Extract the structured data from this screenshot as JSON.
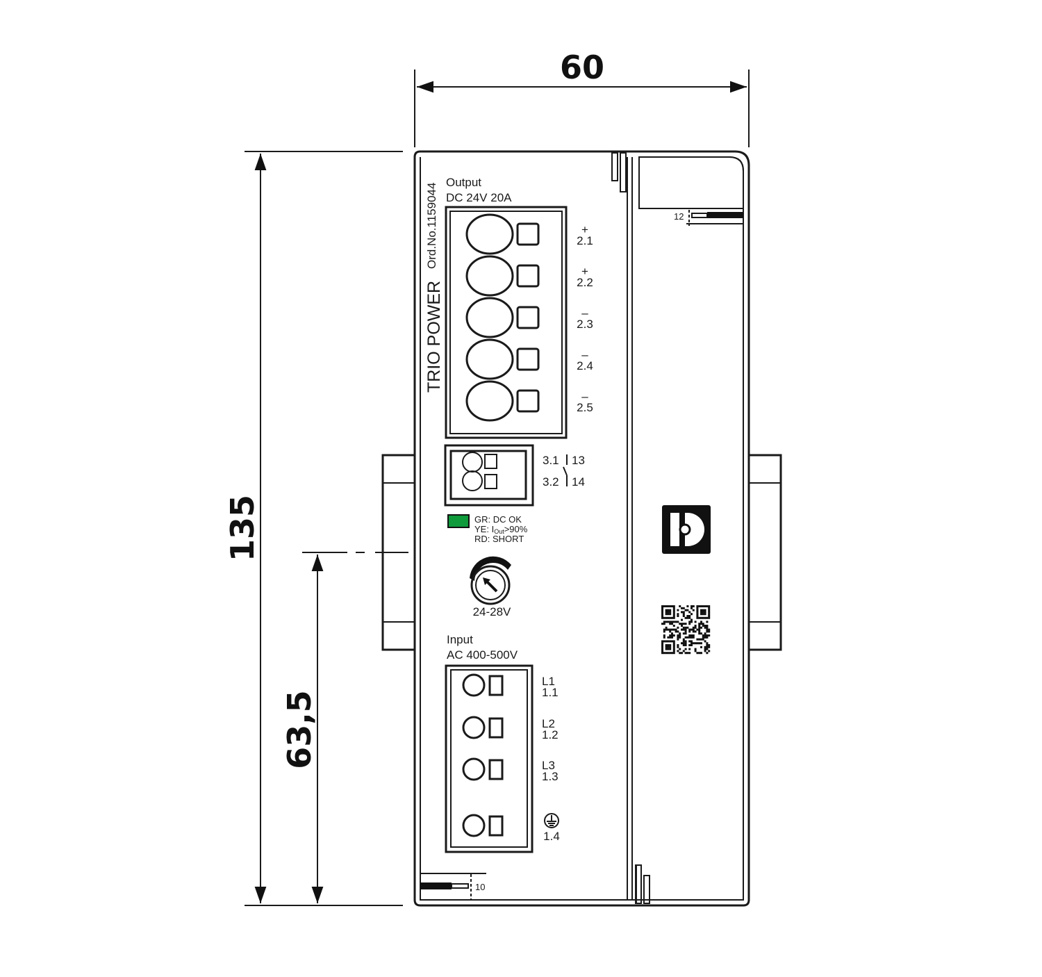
{
  "dimensions": {
    "width": "60",
    "height": "135",
    "rail_height": "63,5",
    "strip_output": "12",
    "strip_input": "10"
  },
  "device": {
    "brand_text": "TRIO POWER",
    "order_number": "Ord.No.1159044",
    "output": {
      "title": "Output",
      "rating": "DC 24V 20A",
      "terminals": [
        {
          "sign": "+",
          "id": "2.1"
        },
        {
          "sign": "+",
          "id": "2.2"
        },
        {
          "sign": "–",
          "id": "2.3"
        },
        {
          "sign": "–",
          "id": "2.4"
        },
        {
          "sign": "–",
          "id": "2.5"
        }
      ]
    },
    "signal": {
      "t1": "3.1",
      "t1b": "13",
      "t2": "3.2",
      "t2b": "14"
    },
    "led": {
      "color": "#0f9a3c",
      "green": "GR: DC OK",
      "yellow_prefix": "YE: I",
      "yellow_sub": "Out",
      "yellow_suffix": ">90%",
      "red": "RD: SHORT"
    },
    "potentiometer": {
      "range": "24-28V"
    },
    "input": {
      "title": "Input",
      "rating": "AC 400-500V",
      "terminals": [
        {
          "name": "L1",
          "id": "1.1"
        },
        {
          "name": "L2",
          "id": "1.2"
        },
        {
          "name": "L3",
          "id": "1.3"
        },
        {
          "name": "PE",
          "id": "1.4"
        }
      ]
    }
  }
}
